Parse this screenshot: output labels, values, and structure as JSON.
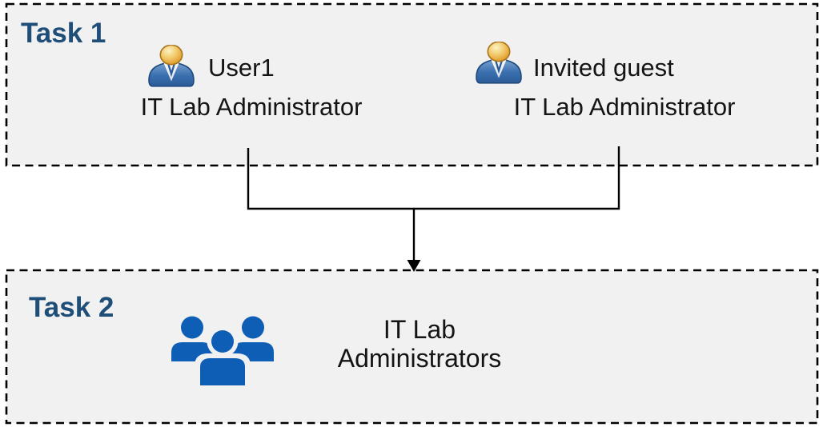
{
  "task1": {
    "label": "Task 1",
    "members": [
      {
        "icon": "user-icon",
        "name": "User1",
        "role": "IT Lab Administrator"
      },
      {
        "icon": "user-icon",
        "name": "Invited guest",
        "role": "IT Lab Administrator"
      }
    ]
  },
  "task2": {
    "label": "Task 2",
    "group": {
      "icon": "group-icon",
      "name_lines": [
        "IT Lab",
        "Administrators"
      ]
    }
  },
  "connector": {
    "type": "merge",
    "arrow_icon": "arrow-down-icon",
    "description": "lines from both Task 1 members merge and point down to Task 2 group"
  },
  "colors": {
    "task_label": "#1f4e79",
    "box_fill": "#f1f1f1",
    "box_border": "#000000",
    "connector": "#000000",
    "group_icon_blue": "#0d5eb4",
    "user_icon_head": "#e9ab41",
    "user_icon_body": "#3a6fae",
    "text": "#141414"
  }
}
